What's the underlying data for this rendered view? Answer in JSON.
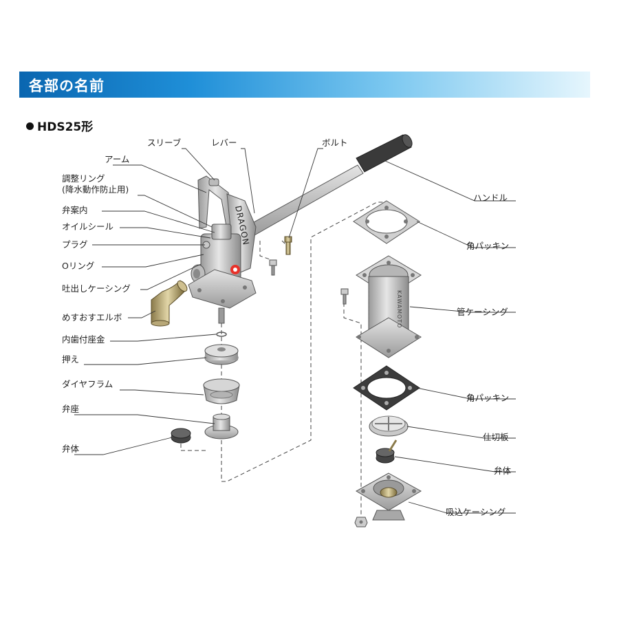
{
  "header": {
    "title": "各部の名前"
  },
  "model": {
    "name": "HDS25形"
  },
  "pump_text": {
    "brand_body": "DRAGON",
    "brand_casing": "KAWAMOTO"
  },
  "colors": {
    "banner_start": "#0a66b0",
    "banner_end": "#e6f6fd",
    "logo_red": "#e8322a"
  },
  "labels": {
    "sleeve": "スリーブ",
    "lever": "レバー",
    "bolt": "ボルト",
    "arm": "アーム",
    "adjust_ring_1": "調整リング",
    "adjust_ring_2": "(降水動作防止用)",
    "valve_guide": "弁案内",
    "oil_seal": "オイルシール",
    "plug": "プラグ",
    "o_ring": "Oリング",
    "discharge_casing": "吐出しケーシング",
    "elbow": "めすおすエルボ",
    "washer": "内歯付座金",
    "presser": "押え",
    "diaphragm": "ダイヤフラム",
    "valve_seat": "弁座",
    "valve_body_left": "弁体",
    "handle": "ハンドル",
    "square_packing_top": "角パッキン",
    "pipe_casing": "管ケーシング",
    "square_packing_bottom": "角パッキン",
    "partition_plate": "仕切板",
    "valve_body_right": "弁体",
    "suction_casing": "吸込ケーシング"
  }
}
